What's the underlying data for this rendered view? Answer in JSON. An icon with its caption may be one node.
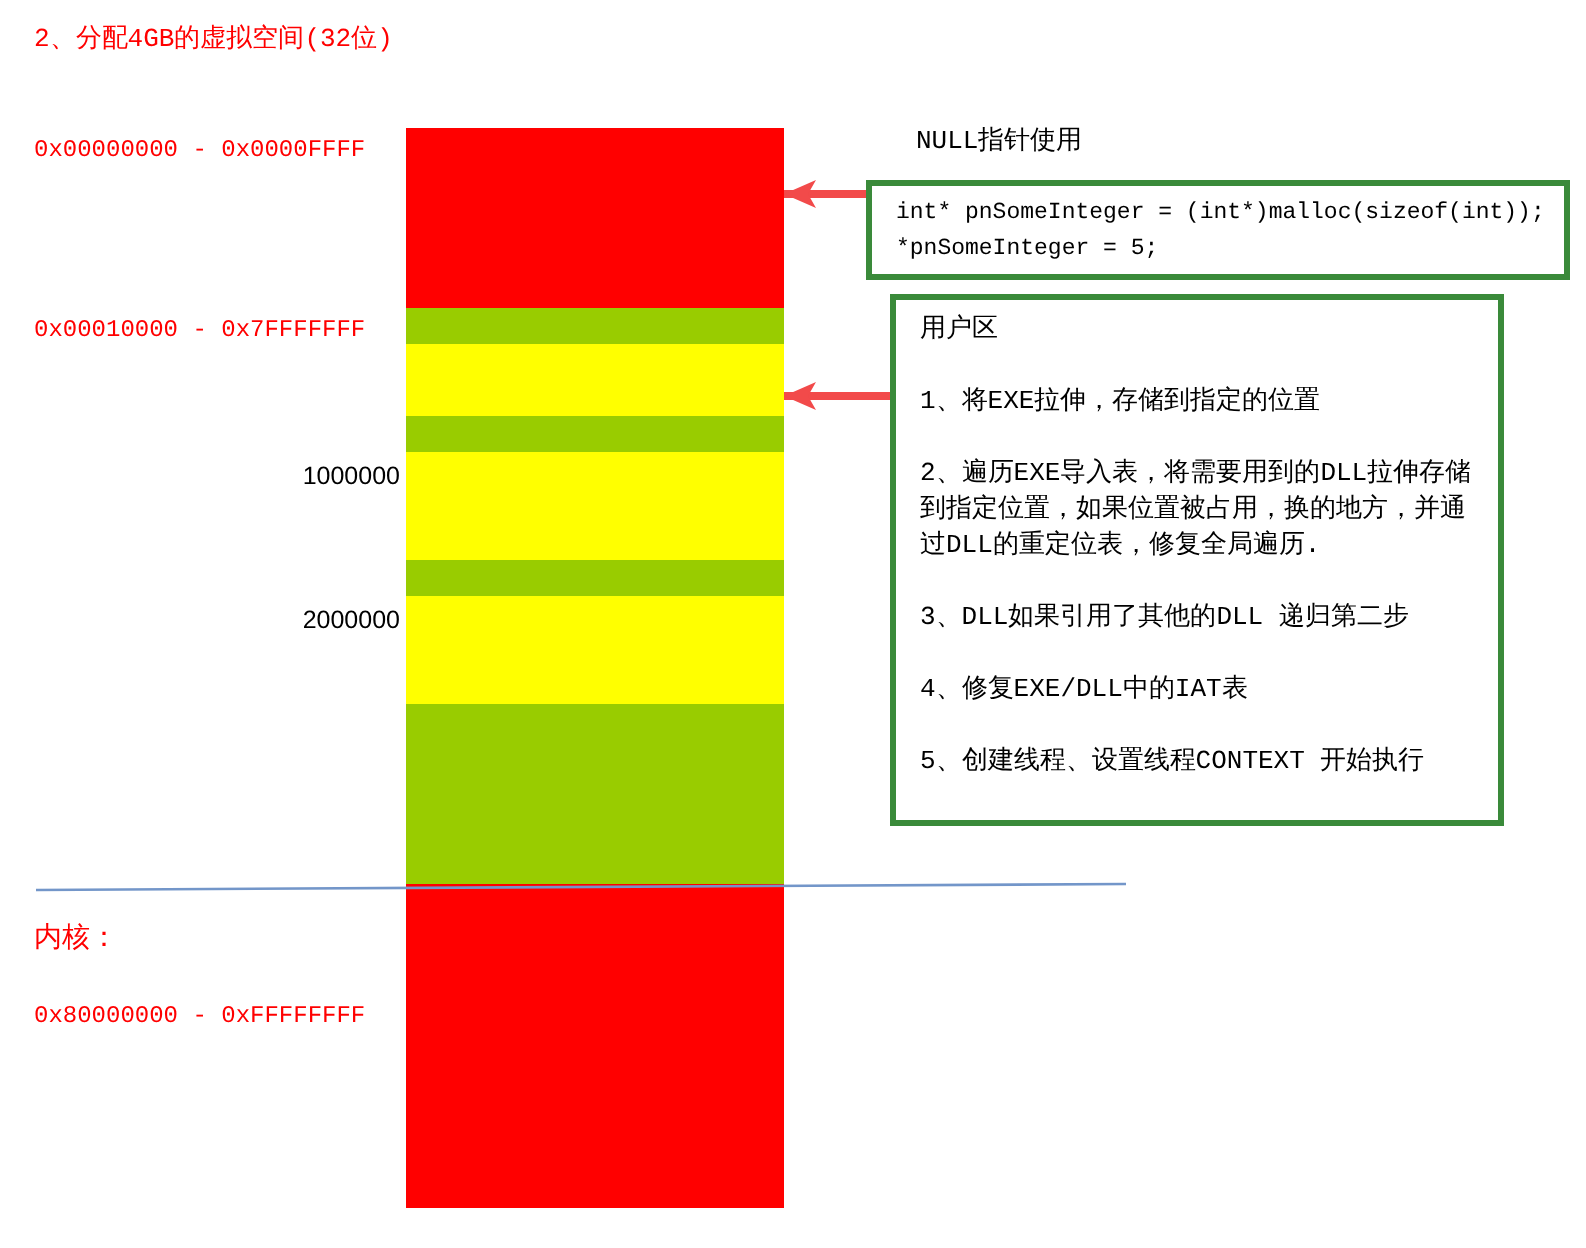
{
  "diagram": {
    "title": "2、分配4GB的虚拟空间(32位)",
    "nodes": [
      {
        "text": [],
        "shape": "box"
      },
      {
        "text": [],
        "shape": "box"
      },
      {
        "text": [],
        "shape": "box"
      },
      {
        "text": [],
        "shape": "box"
      },
      {
        "text": [],
        "shape": "box"
      },
      {
        "text": [],
        "shape": "box"
      },
      {
        "text": [],
        "shape": "box"
      },
      {
        "text": [],
        "shape": "box"
      },
      {
        "text": [],
        "shape": "box"
      },
      {
        "text": [
          "NULL指针使用",
          "int* pnSomeInteger = (int*)malloc(sizeof(int));",
          "*pnSomeInteger = 5;"
        ]
      },
      {
        "text": [
          "用户区",
          "1、将EXE拉伸，存储到指定的位置",
          "2、遍历EXE导入表，将需要用到的DLL拉伸存储到指定位置，如果位置被占用，换的地方，并通过DLL的重定位表，修复全局遍历.",
          "3、DLL如果引用了其他的DLL 递归第二步",
          "4、修复EXE/DLL中的IAT表",
          "5、创建线程、设置线程CONTEXT 开始执行"
        ]
      }
    ],
    "edges": [
      {
        "from": 9,
        "to": 0,
        "arrow": "to"
      },
      {
        "from": 10,
        "to": 2,
        "arrow": "to"
      }
    ],
    "labels": [
      "0x00000000 - 0x0000FFFF",
      "0x00010000 - 0x7FFFFFFF",
      "1000000",
      "2000000",
      "内核：",
      "0x80000000 - 0xFFFFFFFF"
    ]
  }
}
